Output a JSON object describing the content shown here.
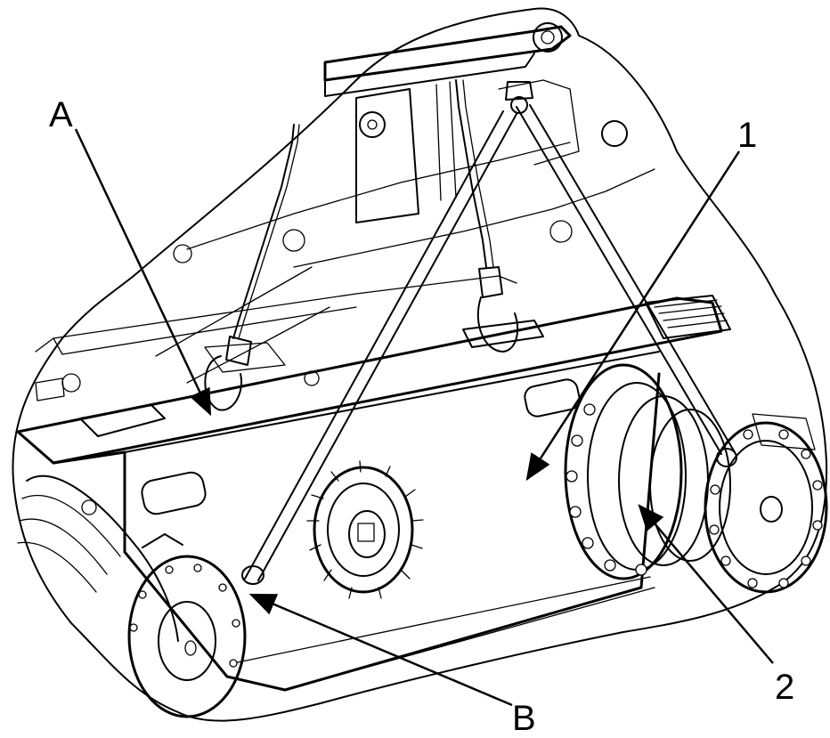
{
  "callouts": {
    "A": "A",
    "B": "B",
    "one": "1",
    "two": "2"
  },
  "colors": {
    "line": "#000000",
    "background": "#ffffff"
  }
}
